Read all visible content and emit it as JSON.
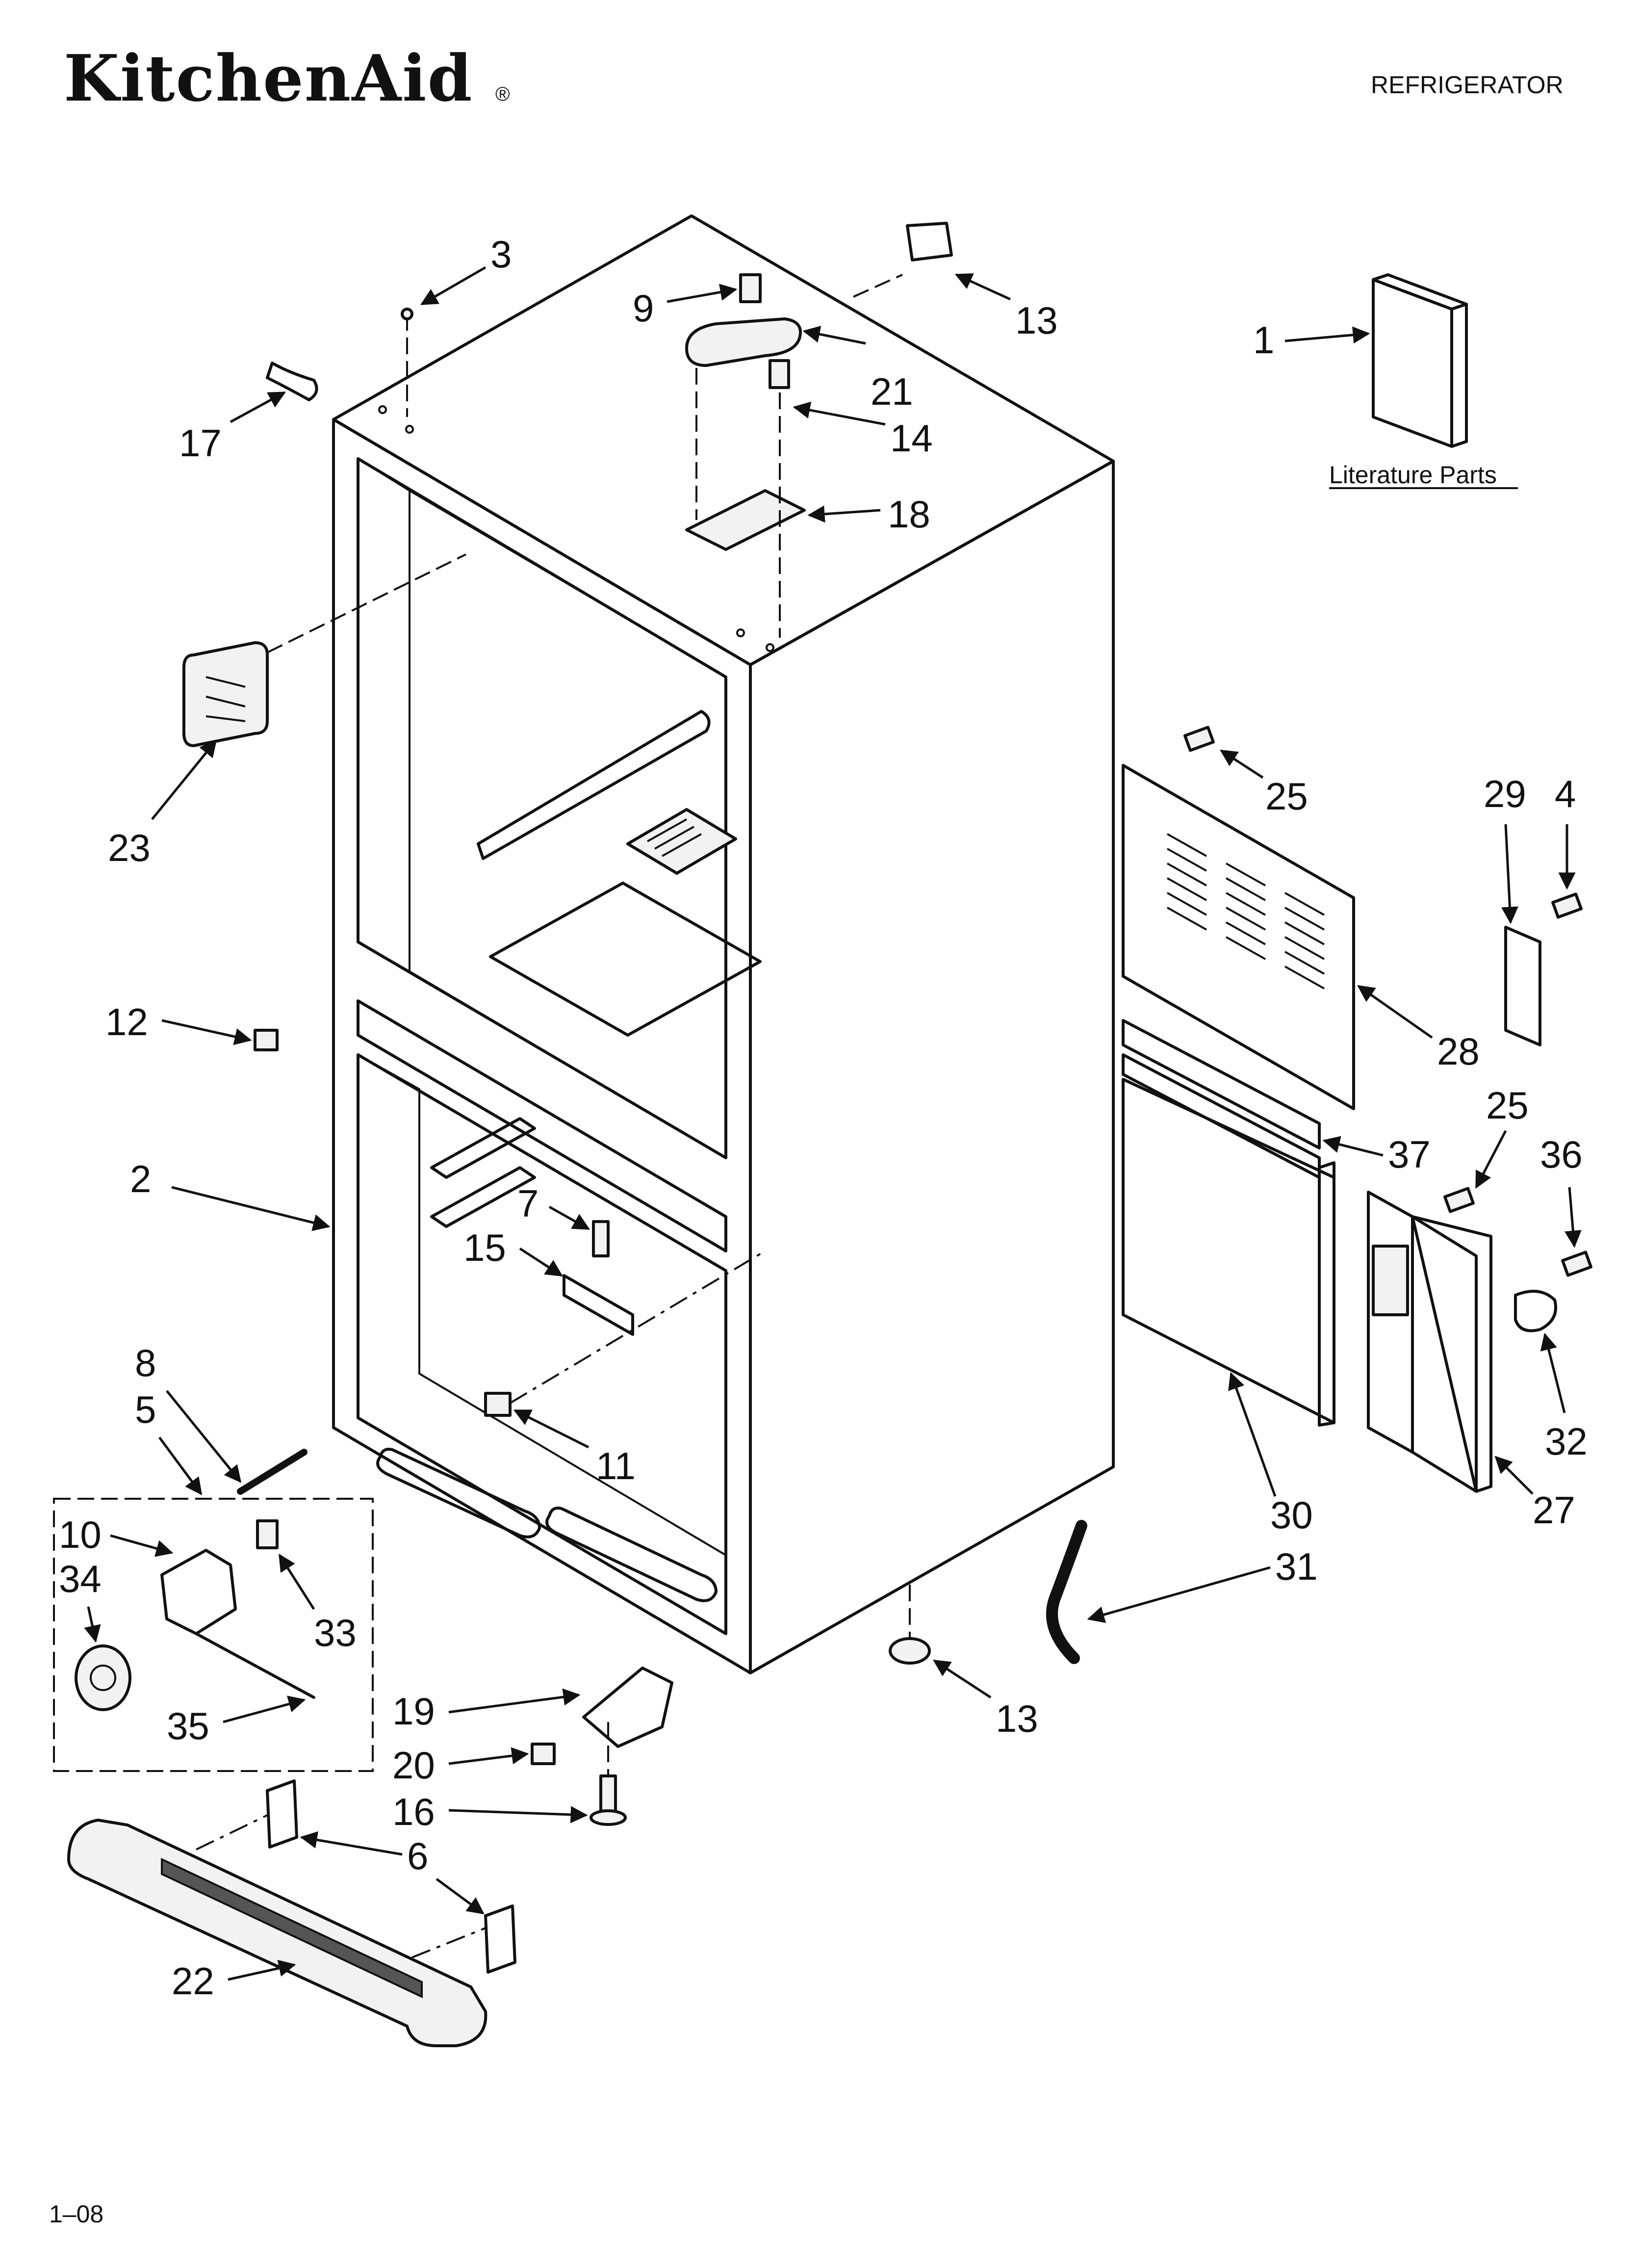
{
  "header": {
    "brand": "KitchenAid",
    "brand_mark": "®",
    "title": "REFRIGERATOR"
  },
  "literature": {
    "label": "Literature Parts"
  },
  "footer": {
    "code": "1–08"
  },
  "callouts": [
    {
      "id": "c-3",
      "label": "3"
    },
    {
      "id": "c-9",
      "label": "9"
    },
    {
      "id": "c-13-top",
      "label": "13"
    },
    {
      "id": "c-21",
      "label": "21"
    },
    {
      "id": "c-1",
      "label": "1"
    },
    {
      "id": "c-17",
      "label": "17"
    },
    {
      "id": "c-14",
      "label": "14"
    },
    {
      "id": "c-18",
      "label": "18"
    },
    {
      "id": "c-23",
      "label": "23"
    },
    {
      "id": "c-25-top",
      "label": "25"
    },
    {
      "id": "c-29",
      "label": "29"
    },
    {
      "id": "c-4",
      "label": "4"
    },
    {
      "id": "c-12",
      "label": "12"
    },
    {
      "id": "c-28",
      "label": "28"
    },
    {
      "id": "c-25-mid",
      "label": "25"
    },
    {
      "id": "c-2",
      "label": "2"
    },
    {
      "id": "c-37",
      "label": "37"
    },
    {
      "id": "c-36",
      "label": "36"
    },
    {
      "id": "c-7",
      "label": "7"
    },
    {
      "id": "c-15",
      "label": "15"
    },
    {
      "id": "c-8",
      "label": "8"
    },
    {
      "id": "c-5",
      "label": "5"
    },
    {
      "id": "c-11",
      "label": "11"
    },
    {
      "id": "c-32",
      "label": "32"
    },
    {
      "id": "c-10",
      "label": "10"
    },
    {
      "id": "c-34",
      "label": "34"
    },
    {
      "id": "c-30",
      "label": "30"
    },
    {
      "id": "c-27",
      "label": "27"
    },
    {
      "id": "c-31",
      "label": "31"
    },
    {
      "id": "c-33",
      "label": "33"
    },
    {
      "id": "c-35",
      "label": "35"
    },
    {
      "id": "c-19",
      "label": "19"
    },
    {
      "id": "c-13-bot",
      "label": "13"
    },
    {
      "id": "c-20",
      "label": "20"
    },
    {
      "id": "c-16",
      "label": "16"
    },
    {
      "id": "c-6",
      "label": "6"
    },
    {
      "id": "c-22",
      "label": "22"
    }
  ]
}
